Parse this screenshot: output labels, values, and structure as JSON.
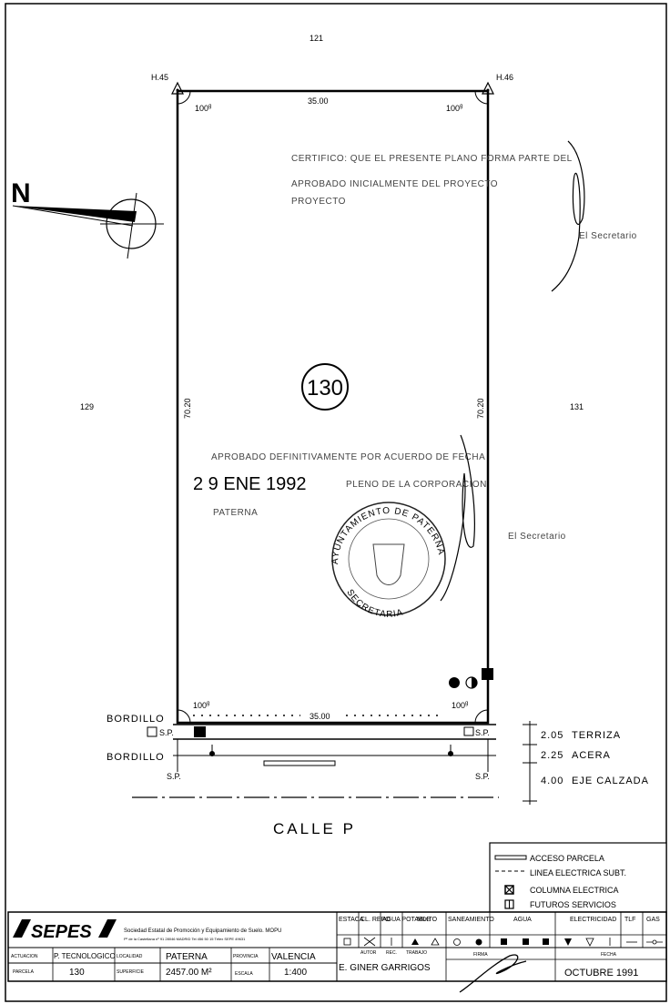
{
  "plan": {
    "parcel_number": "130",
    "neighbor_top": "121",
    "neighbor_left": "129",
    "neighbor_right": "131",
    "marker_left": "H.45",
    "marker_right": "H.46",
    "dim_top": "35.00",
    "dim_bottom": "35.00",
    "dim_left": "70.20",
    "dim_right": "70.20",
    "angle_tl": "100",
    "angle_tr": "100",
    "angle_bl": "100",
    "angle_br": "100",
    "angle_unit": "g",
    "north": "N",
    "bordillo_1": "BORDILLO",
    "bordillo_2": "BORDILLO",
    "sp": "S.P.",
    "street": "CALLE   P",
    "sections": [
      {
        "value": "2.05",
        "label": "TERRIZA"
      },
      {
        "value": "2.25",
        "label": "ACERA"
      },
      {
        "value": "4.00",
        "label": "EJE CALZADA"
      }
    ]
  },
  "stamps": {
    "top_line1": "CERTIFICO: QUE EL PRESENTE PLANO FORMA PARTE DEL",
    "top_line2": "APROBADO INICIALMENTE DEL PROYECTO",
    "top_line3": "PROYECTO",
    "top_sig": "El Secretario",
    "mid_line1": "APROBADO DEFINITIVAMENTE POR ACUERDO DE FECHA",
    "mid_date": "2 9 ENE 1992",
    "mid_line2": "PLENO DE LA CORPORACION",
    "mid_line3": "PATERNA",
    "mid_sig": "El Secretario",
    "seal_top": "AYUNTAMIENTO DE PATERNA",
    "seal_bottom": "SECRETARIA"
  },
  "legend": {
    "items": [
      {
        "icon": "access-line-icon",
        "label": "ACCESO PARCELA"
      },
      {
        "icon": "underground-line-icon",
        "label": "LINEA ELECTRICA SUBT."
      },
      {
        "icon": "electric-column-icon",
        "label": "COLUMNA ELECTRICA"
      },
      {
        "icon": "future-services-icon",
        "label": "FUTUROS SERVICIOS"
      }
    ]
  },
  "titleblock": {
    "logo": "SEPES",
    "company": "Sociedad Estatal de Promoción y Equipamiento de Suelo. MOPU",
    "company_sub": "Pº de la Castellana nº 91  28046 MADRID  Tel 456 50 15  Télex SEPE 49631",
    "actuacion_label": "ACTUACION",
    "actuacion_value": "P. TECNOLOGICO",
    "localidad_label": "LOCALIDAD",
    "localidad_value": "PATERNA",
    "provincia_label": "PROVINCIA",
    "provincia_value": "VALENCIA",
    "parcela_label": "PARCELA",
    "parcela_value": "130",
    "superficie_label": "SUPERFICIE",
    "superficie_value": "2457.00 M²",
    "escala_label": "ESCALA",
    "escala_value": "1:400",
    "autor_label": "AUTOR",
    "autor_value": "E. GINER GARRIGOS",
    "rec_label": "REC.",
    "trabajo_label": "TRABAJO",
    "firma_label": "FIRMA",
    "fecha_label": "FECHA",
    "fecha_value": "OCTUBRE  1991",
    "services": [
      "ESTACA",
      "CL. REPO",
      "AGUA POTABLE",
      "MIXTO",
      "SANEAMIENTO",
      "AGUA",
      "ELECTRICIDAD",
      "TLF",
      "GAS"
    ]
  }
}
